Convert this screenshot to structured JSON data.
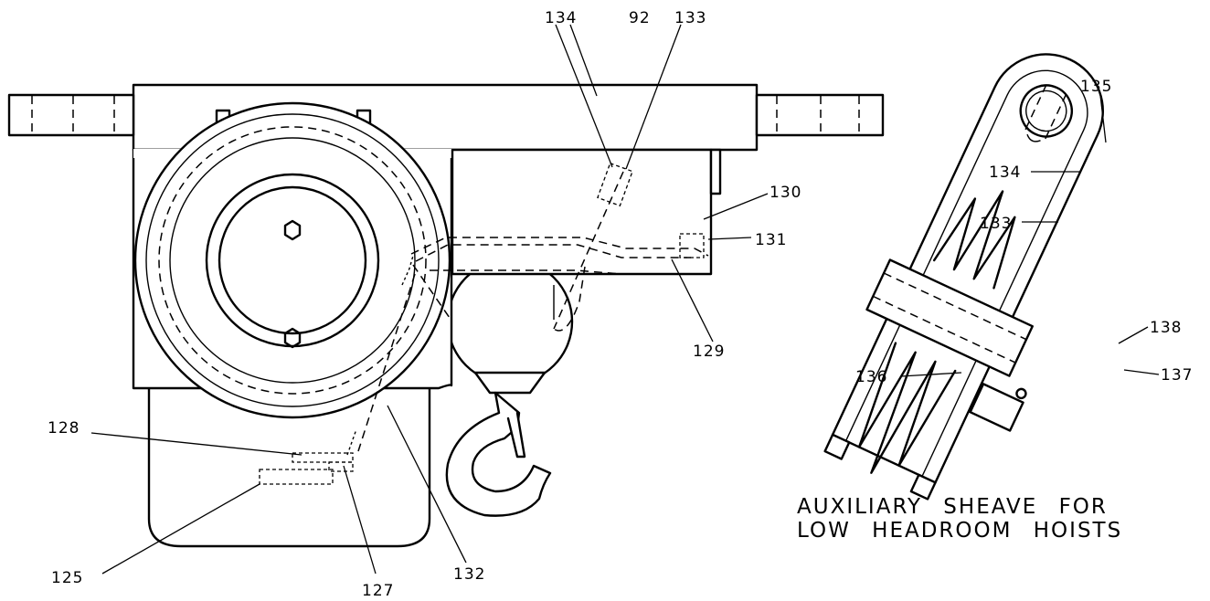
{
  "callouts": {
    "c92": "92",
    "c125": "125",
    "c127": "127",
    "c128": "128",
    "c129": "129",
    "c130": "130",
    "c131": "131",
    "c132": "132",
    "c133_main": "133",
    "c134_main": "134",
    "c133_aux": "133",
    "c134_aux": "134",
    "c135": "135",
    "c136": "136",
    "c137": "137",
    "c138": "138"
  },
  "caption": {
    "line1": "AUXILIARY SHEAVE FOR",
    "line2": "LOW HEADROOM HOISTS"
  }
}
